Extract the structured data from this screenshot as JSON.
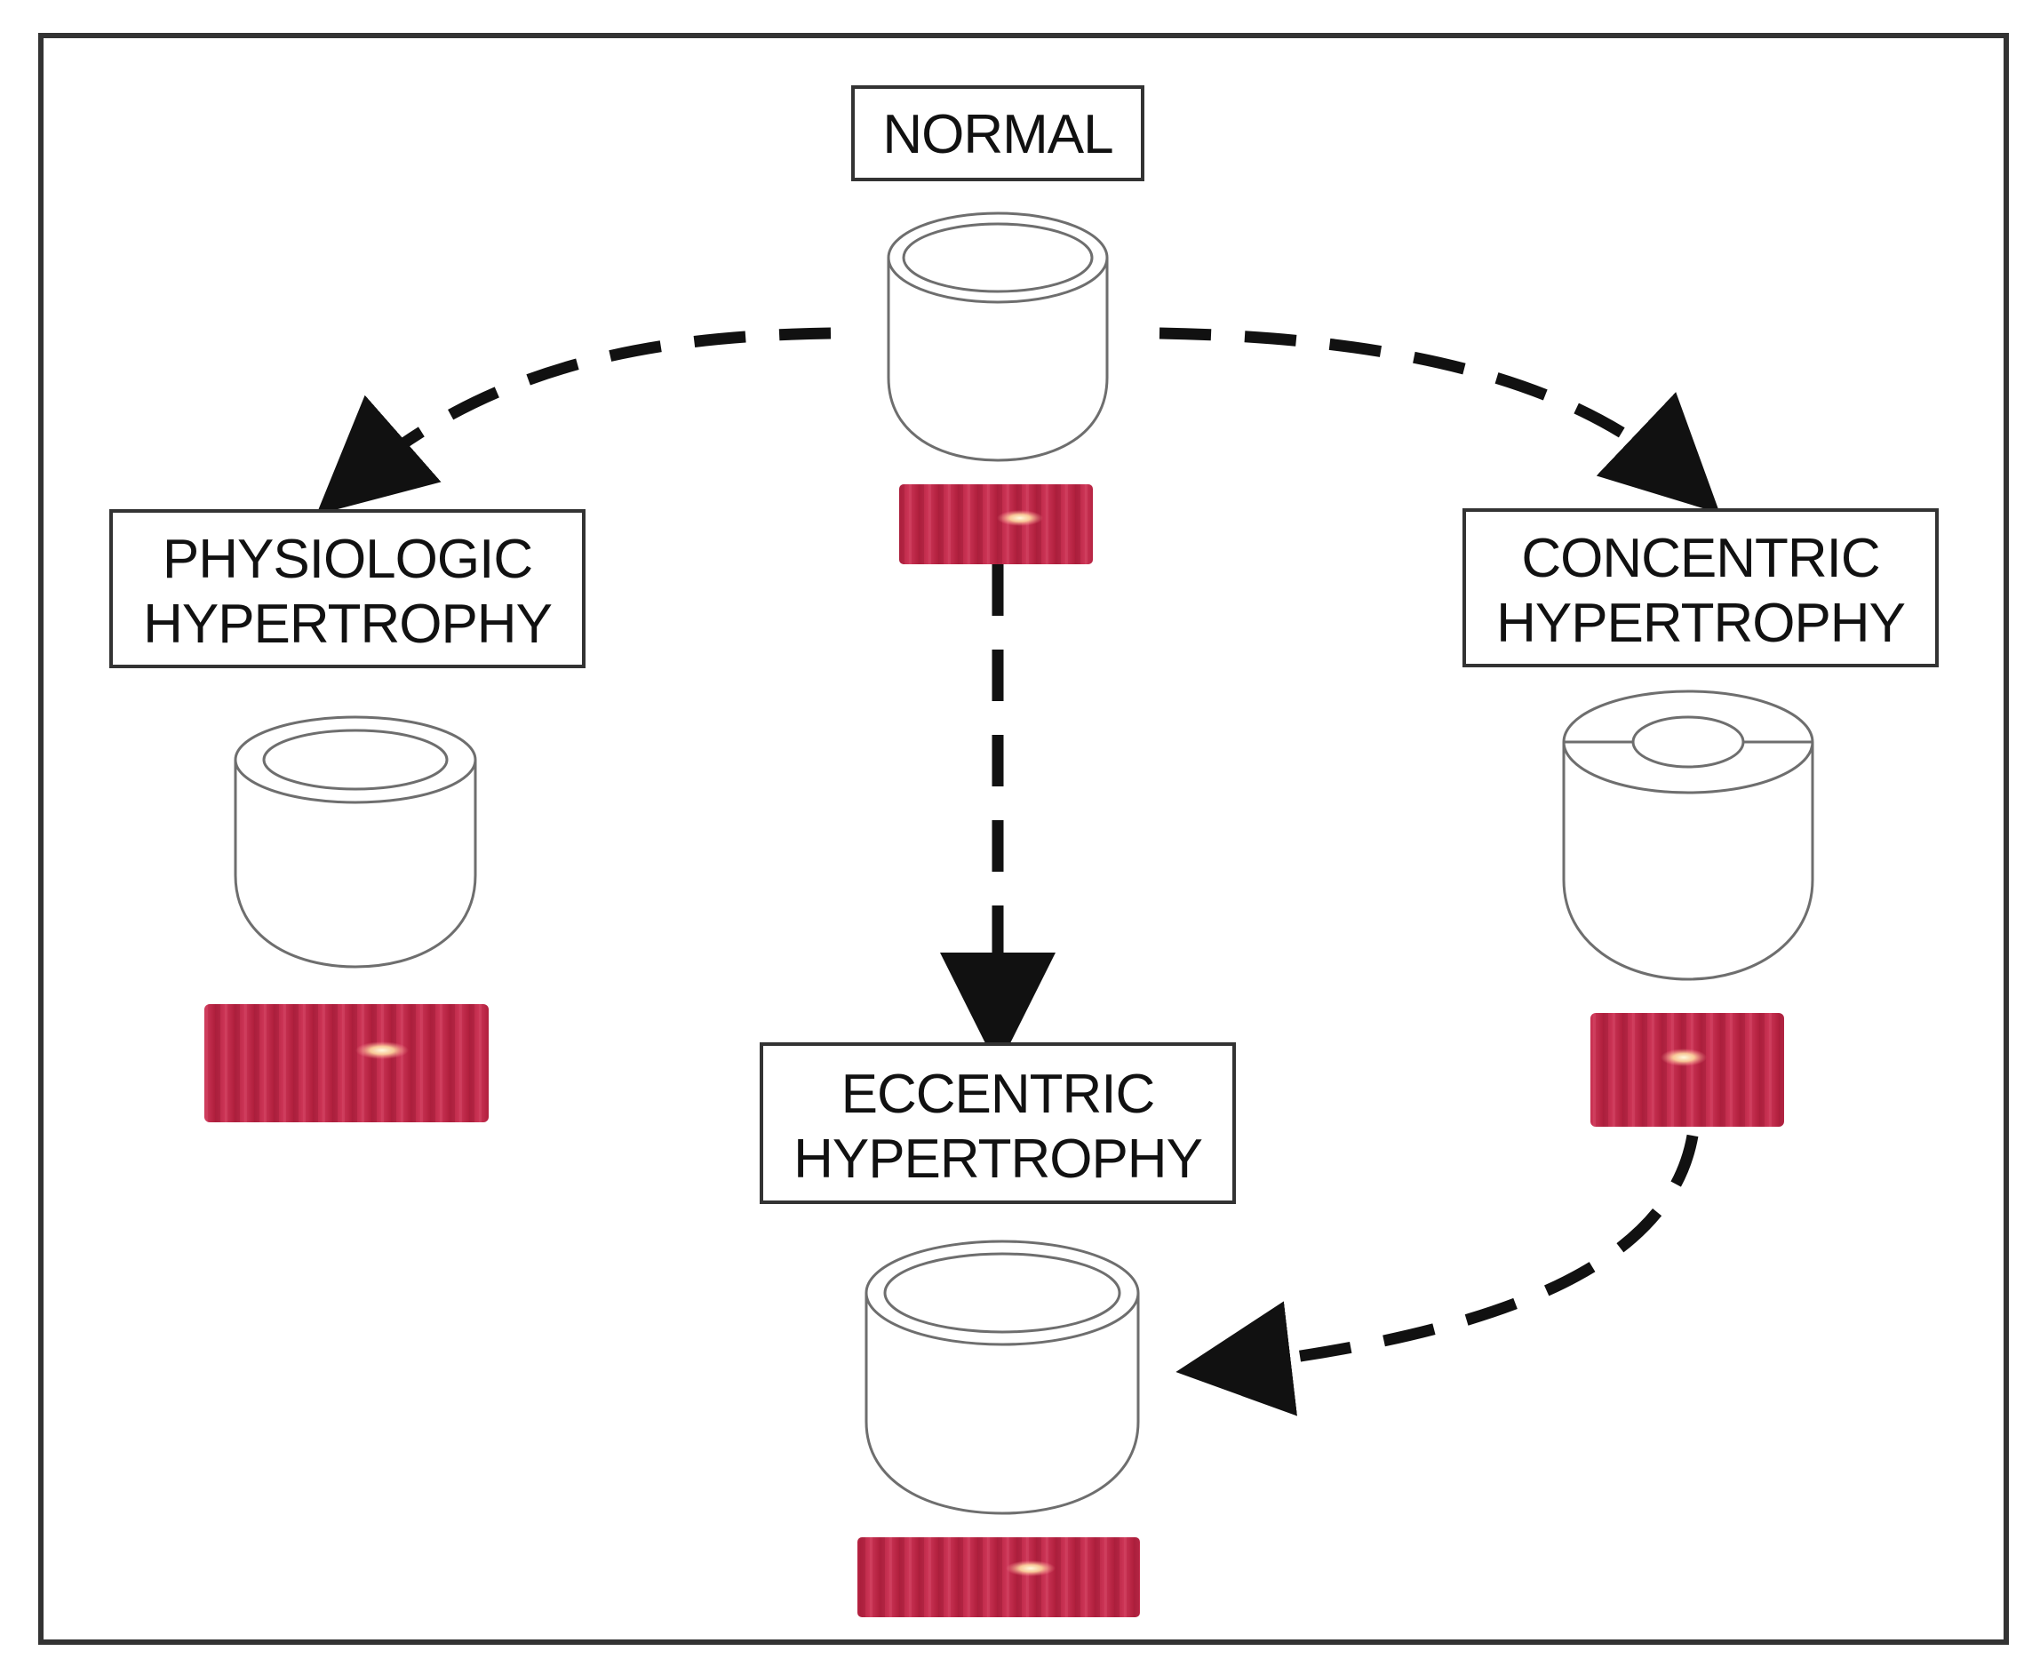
{
  "labels": {
    "normal": "NORMAL",
    "physiologic": [
      "PHYSIOLOGIC",
      "HYPERTROPHY"
    ],
    "concentric": [
      "CONCENTRIC",
      "HYPERTROPHY"
    ],
    "eccentric": [
      "ECCENTRIC",
      "HYPERTROPHY"
    ]
  },
  "colors": {
    "frame": "#333333",
    "arrow": "#111111",
    "muscle": "#c0284a",
    "muscle_dark": "#a51d3c",
    "muscle_highlight": "#fff3c8",
    "heart_outline": "#6e6e6e"
  },
  "arrows": [
    {
      "from": "normal",
      "to": "physiologic",
      "style": "dashed"
    },
    {
      "from": "normal",
      "to": "concentric",
      "style": "dashed"
    },
    {
      "from": "normal",
      "to": "eccentric",
      "style": "dashed"
    },
    {
      "from": "concentric",
      "to": "eccentric",
      "style": "dashed"
    }
  ]
}
